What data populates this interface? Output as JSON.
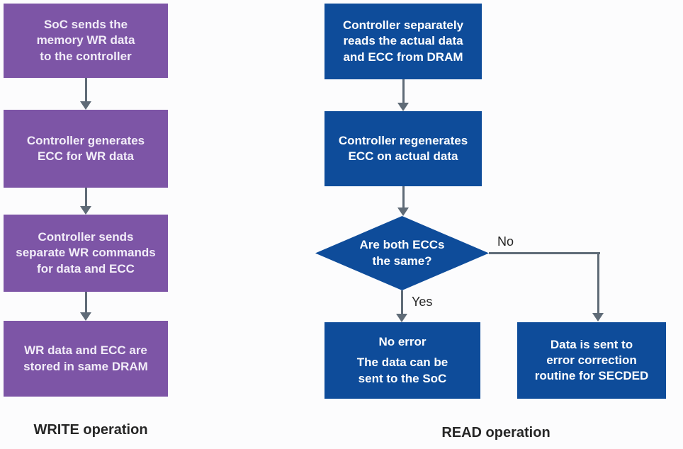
{
  "colors": {
    "purple": "#7d55a6",
    "blue": "#0e4c9a",
    "arrow": "#5f6b77",
    "text-light": "#f2edf8",
    "text-white": "#ffffff",
    "label-dark": "#262626",
    "bg": "#fcfcfd"
  },
  "write": {
    "heading": "WRITE operation",
    "steps": [
      "SoC sends the\nmemory WR data\nto the controller",
      "Controller generates\nECC for WR data",
      "Controller sends\nseparate WR commands\nfor data and ECC",
      "WR data and ECC are\nstored in same DRAM"
    ]
  },
  "read": {
    "heading": "READ operation",
    "steps": [
      "Controller separately\nreads the actual data\nand ECC from DRAM",
      "Controller regenerates\nECC on actual data"
    ],
    "decision": "Are both ECCs\nthe same?",
    "labels": {
      "yes": "Yes",
      "no": "No"
    },
    "outcome_no_error": {
      "title": "No error",
      "body": "The data can be\nsent to the SoC"
    },
    "outcome_error": "Data is sent to\nerror correction\nroutine for SECDED"
  }
}
